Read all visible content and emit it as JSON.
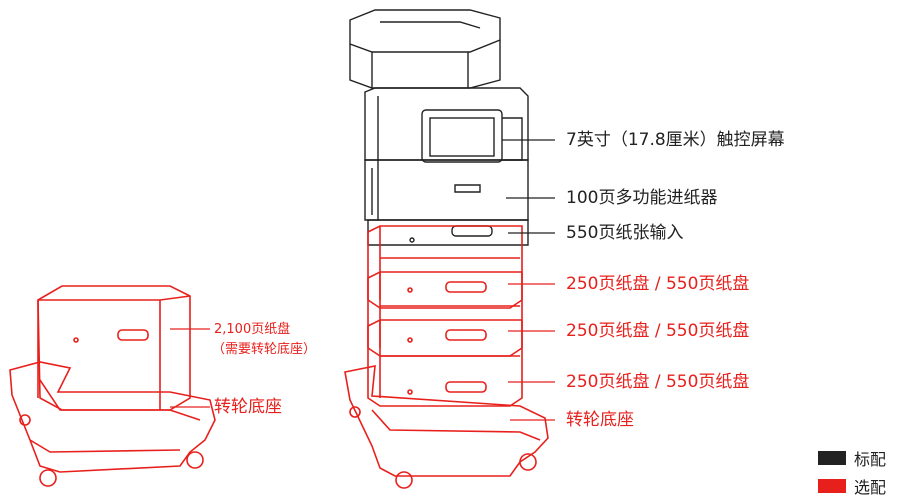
{
  "callouts": {
    "touchscreen": "7英寸（17.8厘米）触控屏幕",
    "mp_feeder": "100页多功能进纸器",
    "std_input": "550页纸张输入",
    "tray1": "250页纸盘 / 550页纸盘",
    "tray2": "250页纸盘 / 550页纸盘",
    "tray3": "250页纸盘 / 550页纸盘",
    "caster_right": "转轮底座",
    "hc_tray": "2,100页纸盘",
    "hc_tray_note": "（需要转轮底座）",
    "caster_left": "转轮底座"
  },
  "legend": {
    "standard": "标配",
    "optional": "选配"
  },
  "colors": {
    "standard": "#222222",
    "optional": "#e8201c"
  }
}
